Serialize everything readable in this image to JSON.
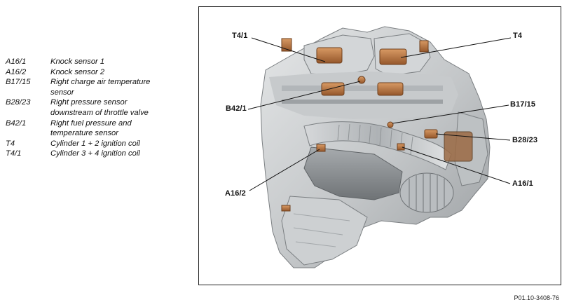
{
  "legend": [
    {
      "code": "A16/1",
      "description": "Knock sensor 1"
    },
    {
      "code": "A16/2",
      "description": "Knock sensor 2"
    },
    {
      "code": "B17/15",
      "description": "Right charge air temperature\nsensor"
    },
    {
      "code": "B28/23",
      "description": "Right pressure sensor\ndownstream of throttle valve"
    },
    {
      "code": "B42/1",
      "description": "Right fuel pressure and\ntemperature sensor"
    },
    {
      "code": "T4",
      "description": "Cylinder 1 + 2 ignition coil"
    },
    {
      "code": "T4/1",
      "description": "Cylinder 3 + 4 ignition coil"
    }
  ],
  "callouts": {
    "t4_1": "T4/1",
    "t4": "T4",
    "b42_1": "B42/1",
    "b17_15": "B17/15",
    "b28_23": "B28/23",
    "a16_2": "A16/2",
    "a16_1": "A16/1"
  },
  "figure_ref": "P01.10-3408-76",
  "colors": {
    "engine_body": "#c9ccce",
    "engine_shadow": "#8d9194",
    "engine_highlight": "#e8eaeb",
    "component_copper": "#b8743f",
    "frame": "#222222"
  }
}
